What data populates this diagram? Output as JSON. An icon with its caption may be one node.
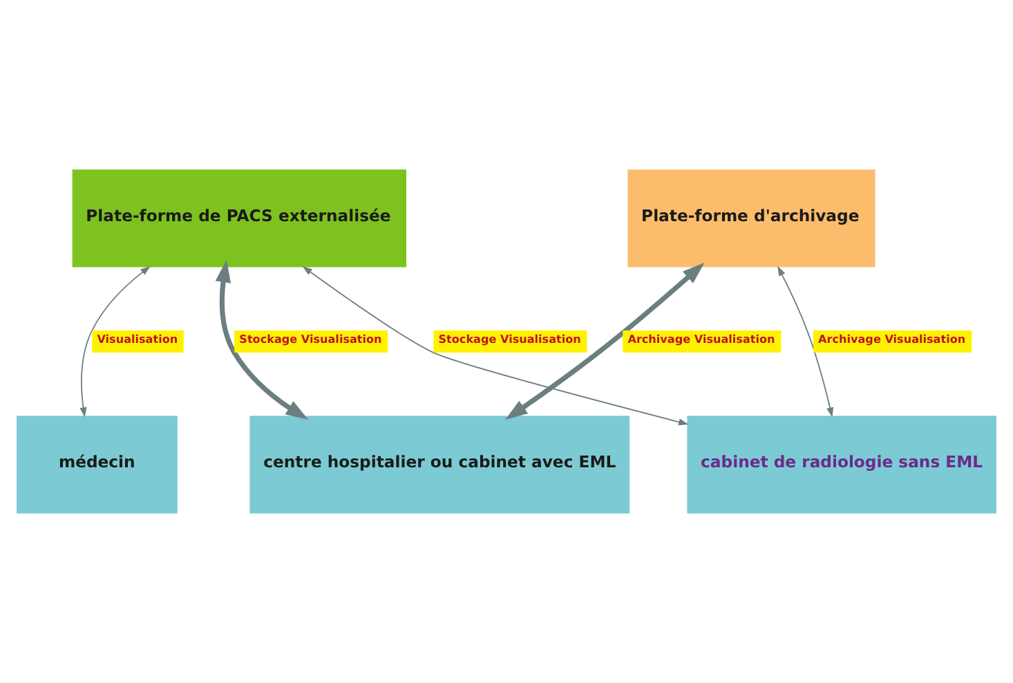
{
  "diagram": {
    "nodes": [
      {
        "text": [
          "Plate-forme de PACS externalisée"
        ]
      },
      {
        "text": [
          "Plate-forme d'archivage"
        ]
      },
      {
        "text": [
          "médecin"
        ]
      },
      {
        "text": [
          "cabinet de radiologie sans EML"
        ]
      },
      {
        "text": [
          "centre hospitalier ou cabinet avec EML"
        ]
      }
    ],
    "edges": [
      {
        "from": 0,
        "to": 2,
        "arrow": "both",
        "label": "Visualisation"
      },
      {
        "from": 0,
        "to": 3,
        "arrow": "both",
        "label": "Stockage Visualisation"
      },
      {
        "from": 1,
        "to": 3,
        "arrow": "both",
        "label": "Archivage Visualisation"
      },
      {
        "from": 0,
        "to": 4,
        "arrow": "both",
        "label": "Stockage Visualisation",
        "style": "thick"
      },
      {
        "from": 1,
        "to": 4,
        "arrow": "both",
        "label": "Archivage Visualisation",
        "style": "thick"
      }
    ]
  }
}
